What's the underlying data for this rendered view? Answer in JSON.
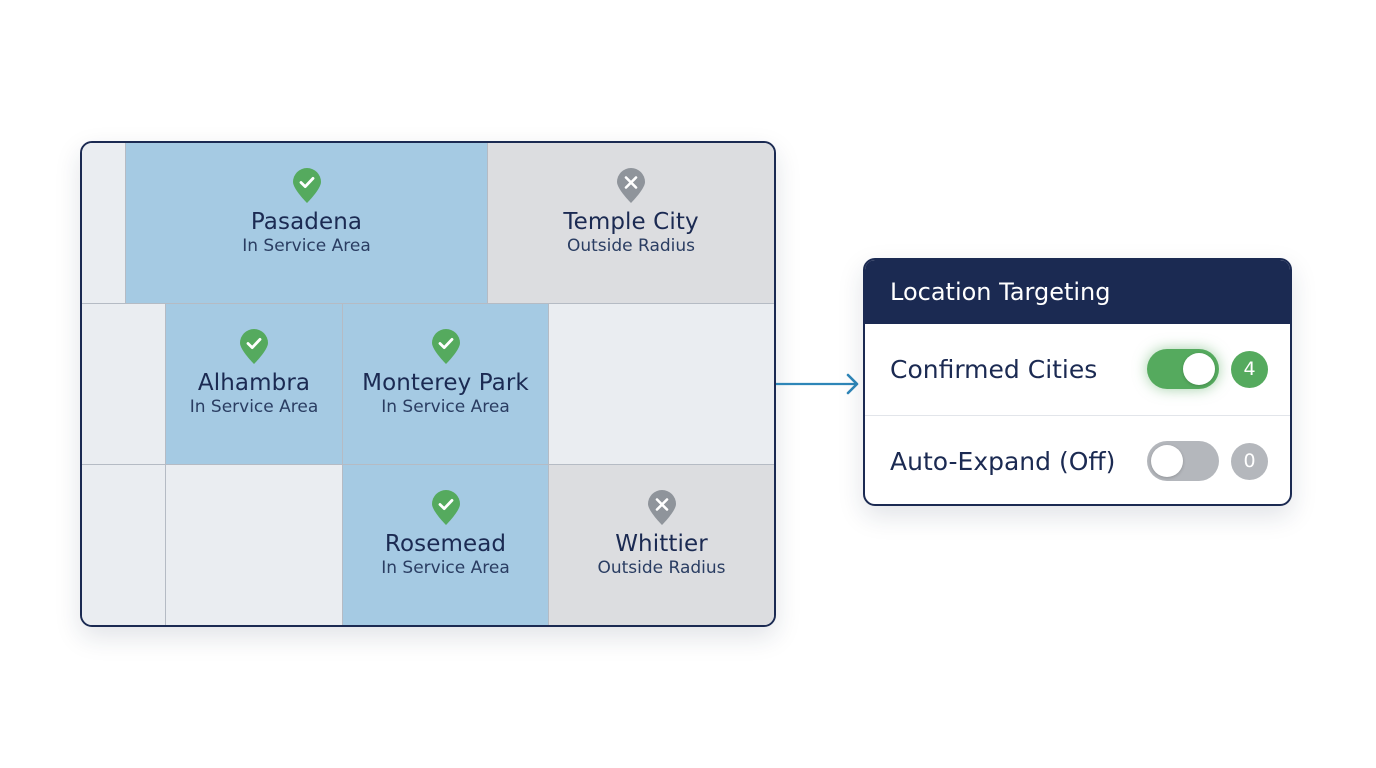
{
  "map": {
    "cities": [
      {
        "name": "Pasadena",
        "status": "In Service Area",
        "state": "in",
        "pin_icon": "check-pin-icon"
      },
      {
        "name": "Temple City",
        "status": "Outside Radius",
        "state": "out",
        "pin_icon": "x-pin-icon"
      },
      {
        "name": "Alhambra",
        "status": "In Service Area",
        "state": "in",
        "pin_icon": "check-pin-icon"
      },
      {
        "name": "Monterey Park",
        "status": "In Service Area",
        "state": "in",
        "pin_icon": "check-pin-icon"
      },
      {
        "name": "Rosemead",
        "status": "In Service Area",
        "state": "in",
        "pin_icon": "check-pin-icon"
      },
      {
        "name": "Whittier",
        "status": "Outside Radius",
        "state": "out",
        "pin_icon": "x-pin-icon"
      }
    ]
  },
  "panel": {
    "title": "Location Targeting",
    "rows": [
      {
        "label": "Confirmed Cities",
        "toggle_on": true,
        "count": "4"
      },
      {
        "label": "Auto-Expand (Off)",
        "toggle_on": false,
        "count": "0"
      }
    ]
  },
  "colors": {
    "navy": "#1b2a52",
    "in_service": "#a5cae3",
    "outside": "#dcdde0",
    "blank": "#eaedf1",
    "green": "#55aa5e",
    "gray": "#b4b7bc",
    "arrow": "#2e86b8"
  }
}
